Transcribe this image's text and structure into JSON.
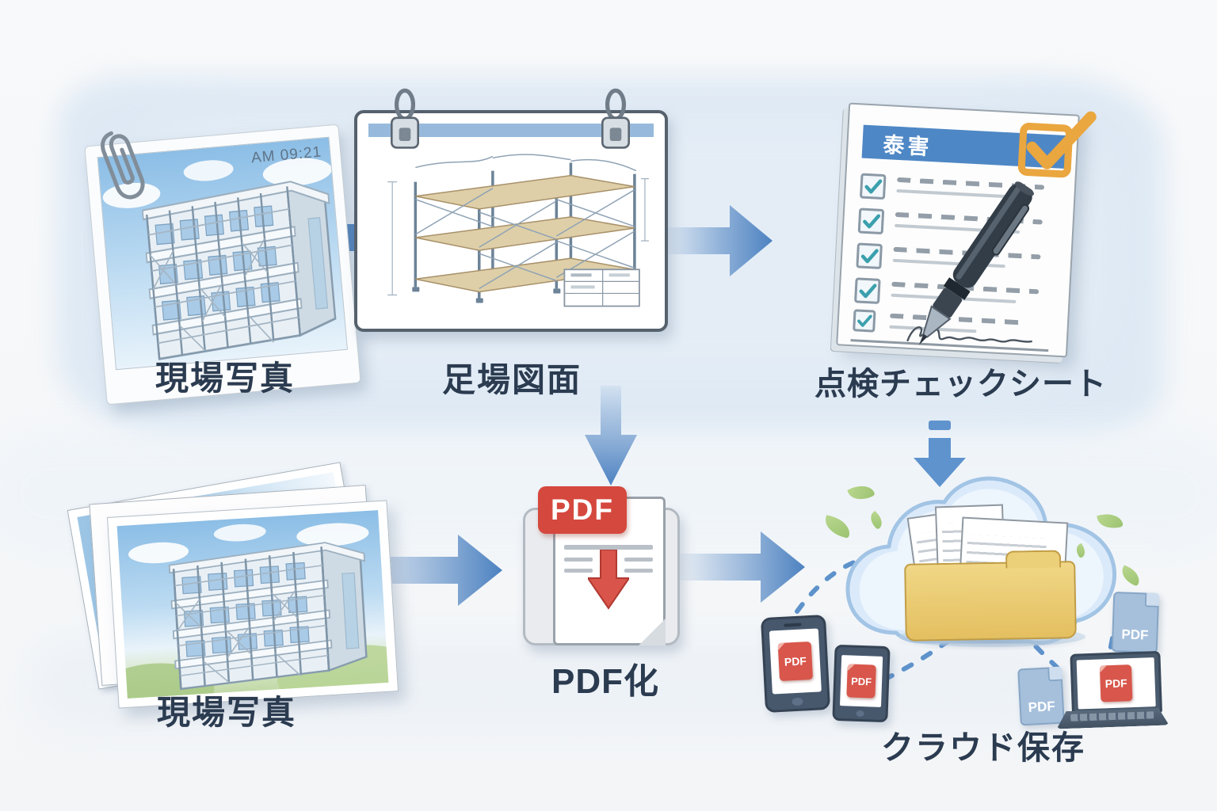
{
  "nodes": {
    "site_photo_top": {
      "label": "現場写真",
      "timestamp": "AM 09:21"
    },
    "scaffold_drawing": {
      "label": "足場図面"
    },
    "inspection_checklist": {
      "label": "点検チェックシート",
      "header_text": "泰害",
      "checked_rows": 5
    },
    "site_photos_bottom": {
      "label": "現場写真"
    },
    "pdf_conversion": {
      "label": "PDF化",
      "badge_text": "PDF"
    },
    "cloud_storage": {
      "label": "クラウド保存"
    }
  },
  "texts": {
    "pdf": "PDF"
  },
  "icons": {
    "paperclip-icon": "svg paperclip",
    "binder-clip-icon": "svg metal clip",
    "arrow-right-icon": "→",
    "arrow-down-icon": "↓",
    "checkmark-icon": "✓",
    "pen-icon": "svg ballpoint pen",
    "download-arrow-icon": "↓",
    "cloud-icon": "svg cloud",
    "folder-icon": "svg folder",
    "document-icon": "svg document",
    "smartphone-icon": "svg phone",
    "tablet-icon": "svg tablet",
    "laptop-icon": "svg laptop",
    "pdf-file-icon": "svg pdf file",
    "leaf-icon": "svg leaf"
  },
  "colors": {
    "arrow_blue": "#4d82c1",
    "down_arrow_blue": "#5f93cd",
    "label_navy": "#2b3b50",
    "pdf_red": "#d5483e",
    "checklist_header_blue": "#4e87c5",
    "check_teal": "#3ba0ad",
    "check_orange": "#e9a53c",
    "cloud_fill": "#dbeafa",
    "folder_yellow": "#ecce78",
    "leaf_green": "#a3ca79",
    "device_slate": "#47586d",
    "blue_pdf_file": "#a6c0dc",
    "wash_blue": "#d9e6f3"
  }
}
